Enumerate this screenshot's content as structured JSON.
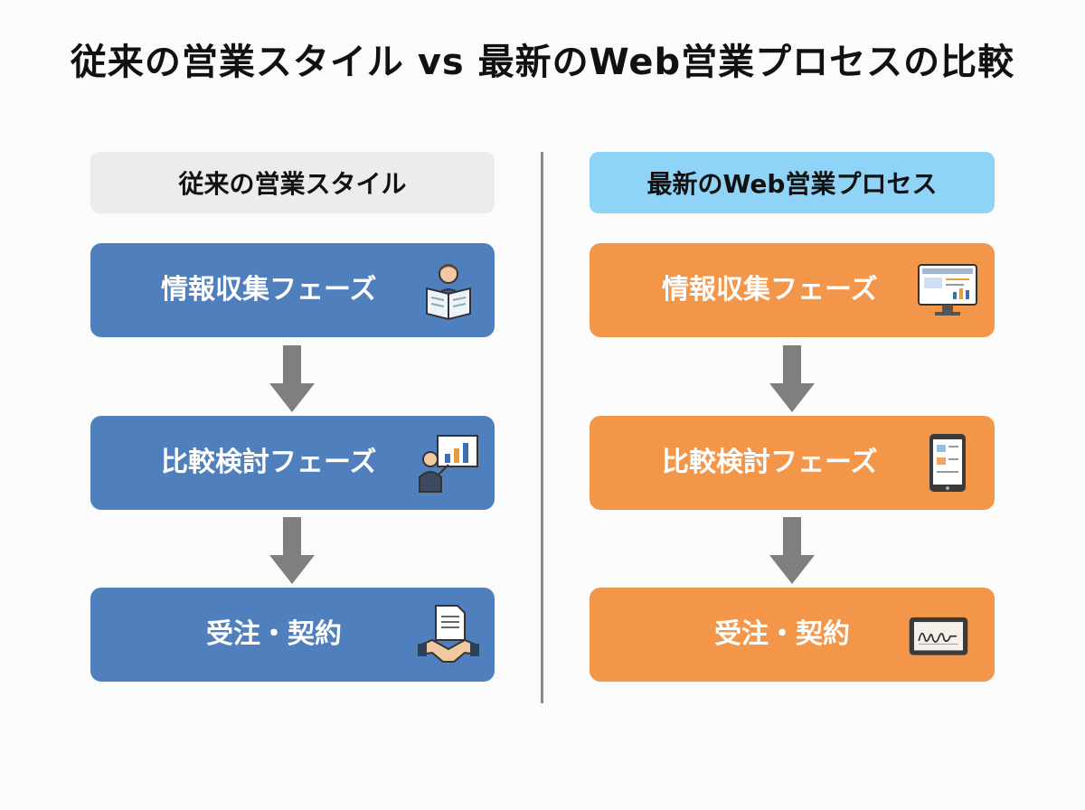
{
  "title": "従来の営業スタイル vs 最新のWeb営業プロセスの比較",
  "columns": {
    "traditional": {
      "header": "従来の営業スタイル",
      "phases": [
        {
          "label": "情報収集フェーズ",
          "icon": "person-reading-icon"
        },
        {
          "label": "比較検討フェーズ",
          "icon": "presentation-chart-icon"
        },
        {
          "label": "受注・契約",
          "icon": "handshake-document-icon"
        }
      ]
    },
    "web": {
      "header": "最新のWeb営業プロセス",
      "phases": [
        {
          "label": "情報収集フェーズ",
          "icon": "desktop-monitor-icon"
        },
        {
          "label": "比較検討フェーズ",
          "icon": "tablet-icon"
        },
        {
          "label": "受注・契約",
          "icon": "e-signature-tablet-icon"
        }
      ]
    }
  },
  "colors": {
    "traditional_box": "#4f7fbd",
    "web_box": "#f3964a",
    "traditional_header": "#ececec",
    "web_header": "#8fd3f6",
    "arrow": "#7f7f7f"
  }
}
